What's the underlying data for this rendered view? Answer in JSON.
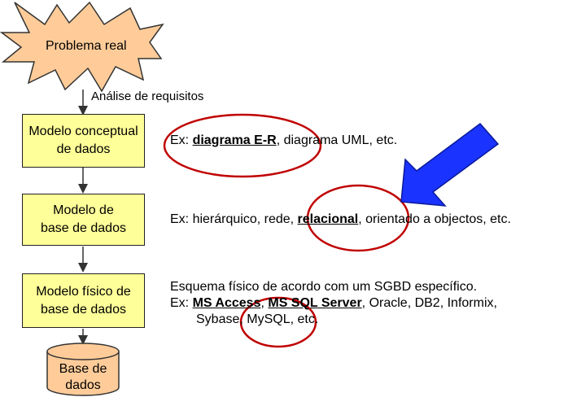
{
  "start": {
    "label": "Problema real"
  },
  "requirements_label": "Análise de requisitos",
  "boxes": [
    {
      "label": "Modelo conceptual de dados",
      "line1": "Modelo conceptual",
      "line2": "de dados"
    },
    {
      "label": "Modelo de base de dados",
      "line1": "Modelo de",
      "line2": "base de dados"
    },
    {
      "label": "Modelo físico de base de dados",
      "line1": "Modelo físico de",
      "line2": "base de dados"
    }
  ],
  "database": {
    "line1": "Base de",
    "line2": "dados"
  },
  "examples": {
    "conceptual": {
      "prefix": "Ex: ",
      "highlight": "diagrama E-R",
      "rest": ", diagrama UML, etc."
    },
    "logical": {
      "prefix": "Ex: hierárquico, rede, ",
      "highlight": "relacional",
      "rest": ", orientado a objectos, etc."
    },
    "physical": {
      "line1": "Esquema físico de acordo com um SGBD específico.",
      "prefix": "Ex: ",
      "highlight1": "MS Access",
      "sep": ", ",
      "highlight2": "MS SQL Server",
      "rest": ", Oracle, DB2, Informix,",
      "line3": "Sybase, MySQL, etc."
    }
  },
  "colors": {
    "box_fill": "#ffff99",
    "star_fill": "#ffcc99",
    "db_fill": "#ffcc99",
    "ellipse": "#c00000",
    "arrow": "#1a33ff"
  }
}
